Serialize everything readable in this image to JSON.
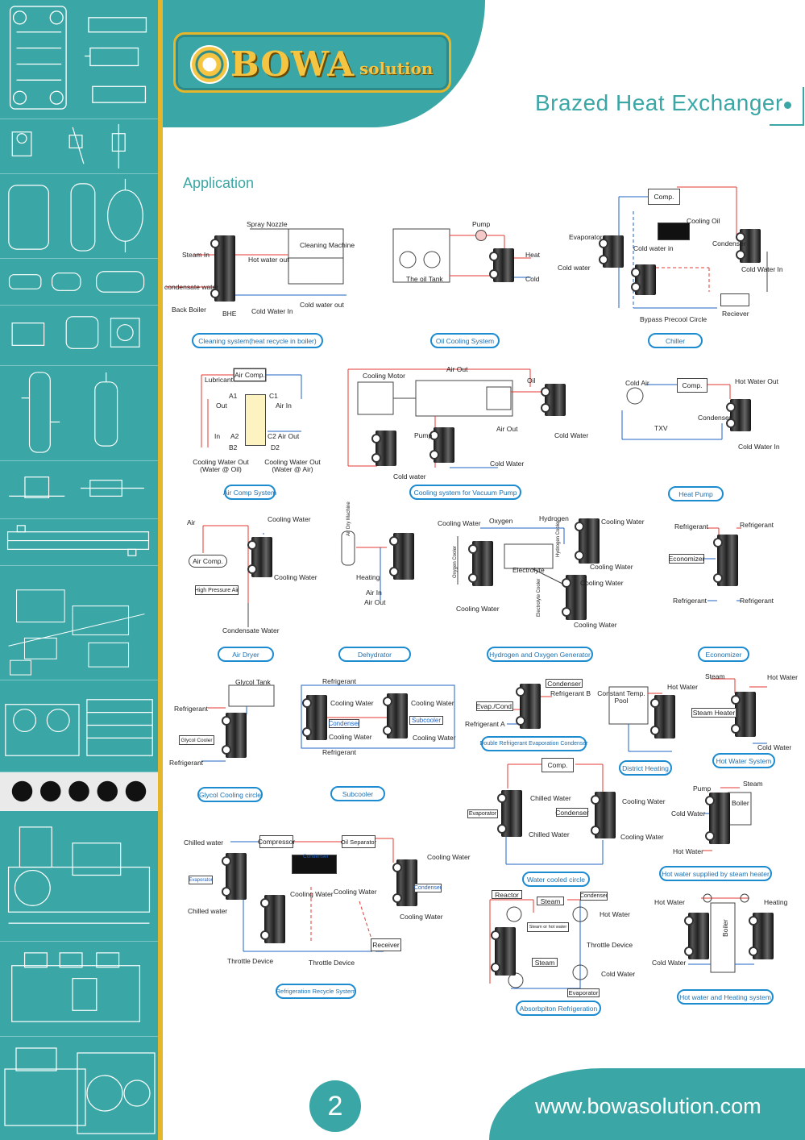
{
  "brand": {
    "logo_word": "BOWA",
    "logo_sub": "solution"
  },
  "title": "Brazed Heat Exchanger",
  "section": "Application",
  "page_number": "2",
  "url": "www.bowasolution.com",
  "colors": {
    "teal": "#3aa7a6",
    "gold": "#e5b62a",
    "caption_border": "#1c8bd0",
    "hot_line": "#e53935",
    "cold_line": "#1e63c4"
  },
  "diagrams": [
    {
      "caption": "Cleaning system(heat recycle in boiler)",
      "labels": [
        "Spray Nozzle",
        "Steam In",
        "Hot water out",
        "Cleaning Machine",
        "condensate water",
        "Back Boiler",
        "BHE",
        "Cold Water In",
        "Cold water out"
      ]
    },
    {
      "caption": "Oil Cooling System",
      "labels": [
        "Pump",
        "Heat",
        "Cold",
        "The oil Tank"
      ]
    },
    {
      "caption": "Chiller",
      "labels": [
        "Comp.",
        "Cooling Oil",
        "Evaporator",
        "Cold water in",
        "Condenser",
        "Cold water",
        "Cold Water In",
        "Bypass Precool Circle",
        "Reciever"
      ]
    },
    {
      "caption": "Air Comp System",
      "labels": [
        "Lubricant",
        "Air Comp.",
        "A1",
        "C1",
        "Out",
        "Air In",
        "In",
        "A2",
        "C2 Air Out",
        "B2",
        "D2",
        "Cooling Water Out (Water @ Oil)",
        "Cooling Water Out (Water @ Air)"
      ]
    },
    {
      "caption": "Cooling system for Vacuum Pump",
      "labels": [
        "Cooling Motor",
        "Air Out",
        "Oil",
        "Air Out",
        "Pump",
        "Cold Water",
        "Cold Water",
        "Cold water"
      ]
    },
    {
      "caption": "Heat Pump",
      "labels": [
        "Cold Air",
        "Comp.",
        "Hot Water Out",
        "Condenser",
        "TXV",
        "Cold Water In"
      ]
    },
    {
      "caption": "Air Dryer",
      "labels": [
        "Air",
        "Cooling Water",
        "Air Comp.",
        "Cooling Water",
        "High Pressure Air",
        "Condensate Water"
      ]
    },
    {
      "caption": "Dehydrator",
      "labels": [
        "Air Dry Machine",
        "Heating",
        "Air In",
        "Air Out"
      ]
    },
    {
      "caption": "Hydrogen and Oxygen Generator",
      "labels": [
        "Cooling Water",
        "Oxygen",
        "Hydrogen",
        "Cooling Water",
        "Oxygen Cooler",
        "Hydrogen Cooler",
        "Electrolyte",
        "Cooling Water",
        "Cooling Water",
        "Electrolyte Cooler",
        "Cooling Water",
        "Cooling Water"
      ]
    },
    {
      "caption": "Economizer",
      "labels": [
        "Refrigerant",
        "Refrigerant",
        "Economizer",
        "Refrigerant",
        "Refrigerant"
      ]
    },
    {
      "caption": "Glycol Cooling circle",
      "labels": [
        "Glycol Tank",
        "Refrigerant",
        "Glycol Cooler",
        "Refrigerant"
      ]
    },
    {
      "caption": "Subcooler",
      "labels": [
        "Refrigerant",
        "Cooling Water",
        "Condenser",
        "Cooling Water",
        "Cooling Water",
        "Subcooler",
        "Cooling Water",
        "Refrigerant"
      ]
    },
    {
      "caption": "Double Refrigerant Evaporation Condenser",
      "labels": [
        "Condenser",
        "Refrigerant B",
        "Evap./Cond.",
        "Refrigerant A"
      ]
    },
    {
      "caption": "District Heating",
      "labels": [
        "Hot Water",
        "Constant Temp. Pool"
      ]
    },
    {
      "caption": "Hot Water System",
      "labels": [
        "Steam",
        "Hot Water",
        "Steam Heater",
        "Cold Water"
      ]
    },
    {
      "caption": "Water cooled circle",
      "labels": [
        "Comp.",
        "Chilled Water",
        "Evaporator",
        "Condenser",
        "Cooling Water",
        "Chilled Water",
        "Cooling Water"
      ]
    },
    {
      "caption": "Hot water supplied by steam heater",
      "labels": [
        "Pump",
        "Steam",
        "Cold Water",
        "Boiler",
        "Hot Water"
      ]
    },
    {
      "caption": "Refrigeration Recycle System",
      "labels": [
        "Chilled water",
        "Compressor",
        "Oil Separator",
        "Evaporator",
        "Condenser",
        "Cooling Water",
        "Chilled water",
        "Cooling Water",
        "Cooling Water",
        "Condenser",
        "Cooling Water",
        "Receiver",
        "Throttle Device",
        "Throttle Device"
      ]
    },
    {
      "caption": "Absorbpiton Refrigeration",
      "labels": [
        "Reactor",
        "Steam",
        "Condenser",
        "Steam or hot water",
        "Hot Water",
        "Throttle Device",
        "Steam",
        "Cold Water",
        "Evaporator"
      ]
    },
    {
      "caption": "Hot water and Heating system",
      "labels": [
        "Hot Water",
        "Heating",
        "Boiler",
        "Cold Water"
      ]
    }
  ]
}
